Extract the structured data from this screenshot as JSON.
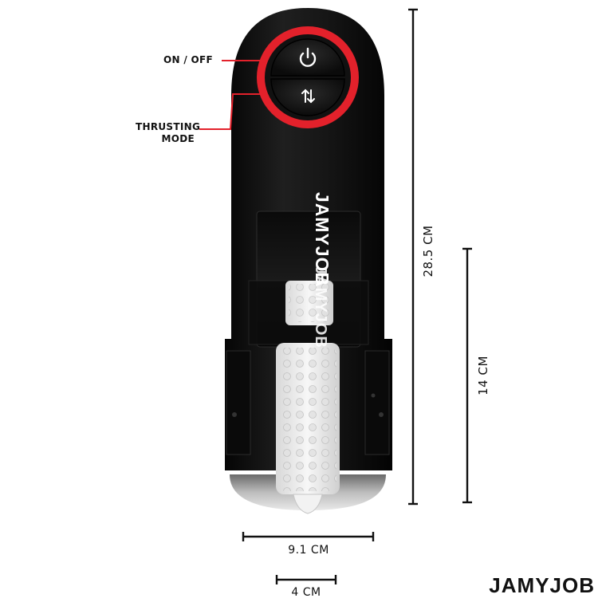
{
  "callouts": {
    "on_off": "ON / OFF",
    "thrusting_line1": "THRUSTING",
    "thrusting_line2": "MODE"
  },
  "device": {
    "logo_text": "JAMYJOB",
    "sleeve_logo_text": "JAMYJOB",
    "power_icon": "power-icon",
    "mode_icon": "arrows-up-down-icon",
    "accent_color": "#e3212b",
    "body_color": "#111111"
  },
  "dimensions": {
    "total_height": "28.5 CM",
    "insertable_length": "14 CM",
    "width": "9.1 CM",
    "opening": "4 CM"
  },
  "brand": {
    "name": "JAMYJOB"
  }
}
